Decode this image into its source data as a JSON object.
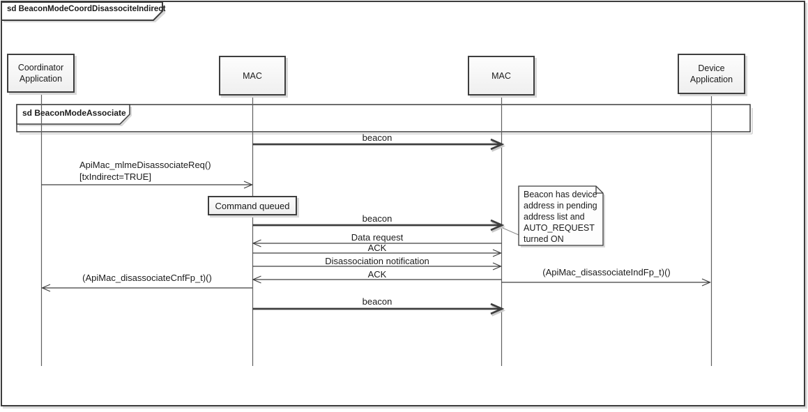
{
  "diagram": {
    "title": "sd BeaconModeCoordDisassociteIndirect",
    "fragment": {
      "label": "sd BeaconModeAssociate"
    },
    "lifelines": [
      {
        "label": "Coordinator\nApplication"
      },
      {
        "label": "MAC"
      },
      {
        "label": "MAC"
      },
      {
        "label": "Device\nApplication"
      }
    ],
    "messages": {
      "beacon1": "beacon",
      "disassociate_req": "ApiMac_mlmeDisassociateReq()\n[txIndirect=TRUE]",
      "command_queued": "Command queued",
      "beacon2": "beacon",
      "data_request": "Data request",
      "ack1": "ACK",
      "disassociation_notification": "Disassociation notification",
      "ack2": "ACK",
      "disassociate_cnf": "(ApiMac_disassociateCnfFp_t)()",
      "disassociate_ind": "(ApiMac_disassociateIndFp_t)()",
      "beacon3": "beacon"
    },
    "note": {
      "text": "Beacon has device\naddress in pending\naddress list and\nAUTO_REQUEST\nturned ON"
    },
    "colors": {
      "line": "#3e3e3e",
      "lifeline": "#5f5f5f",
      "shadow": "#d9d9d9",
      "box_fill_top": "#fdfdfd",
      "box_fill_bottom": "#efefef",
      "background": "#ffffff"
    }
  }
}
